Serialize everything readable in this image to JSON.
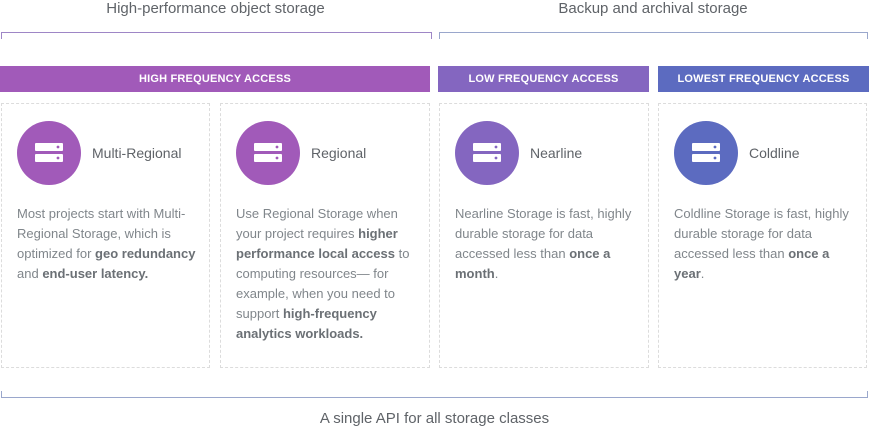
{
  "groups": {
    "high_performance": "High-performance object storage",
    "backup": "Backup and archival storage"
  },
  "bars": {
    "high": "HIGH FREQUENCY ACCESS",
    "low": "LOW FREQUENCY ACCESS",
    "lowest": "LOWEST FREQUENCY ACCESS"
  },
  "colors": {
    "high": "#a15ab9",
    "low": "#8466c0",
    "lowest": "#5c6bc0"
  },
  "icon_name": "storage-server-icon",
  "cards": [
    {
      "name": "Multi-Regional",
      "desc": [
        {
          "t": "Most projects start with Multi-Regional Storage, which is optimized for ",
          "b": false
        },
        {
          "t": "geo redundancy",
          "b": true
        },
        {
          "t": " and ",
          "b": false
        },
        {
          "t": "end-user latency.",
          "b": true
        }
      ]
    },
    {
      "name": "Regional",
      "desc": [
        {
          "t": "Use Regional Storage when your project requires ",
          "b": false
        },
        {
          "t": "higher performance local access",
          "b": true
        },
        {
          "t": " to computing resources— for example, when you need to support ",
          "b": false
        },
        {
          "t": "high-frequency analytics workloads.",
          "b": true
        }
      ]
    },
    {
      "name": "Nearline",
      "desc": [
        {
          "t": "Nearline Storage is fast, highly durable storage for data accessed less than ",
          "b": false
        },
        {
          "t": "once a month",
          "b": true
        },
        {
          "t": ".",
          "b": false
        }
      ]
    },
    {
      "name": "Coldline",
      "desc": [
        {
          "t": "Coldline Storage is fast, highly durable storage for data accessed less than ",
          "b": false
        },
        {
          "t": "once a year",
          "b": true
        },
        {
          "t": ".",
          "b": false
        }
      ]
    }
  ],
  "footer": "A single API for all storage classes"
}
